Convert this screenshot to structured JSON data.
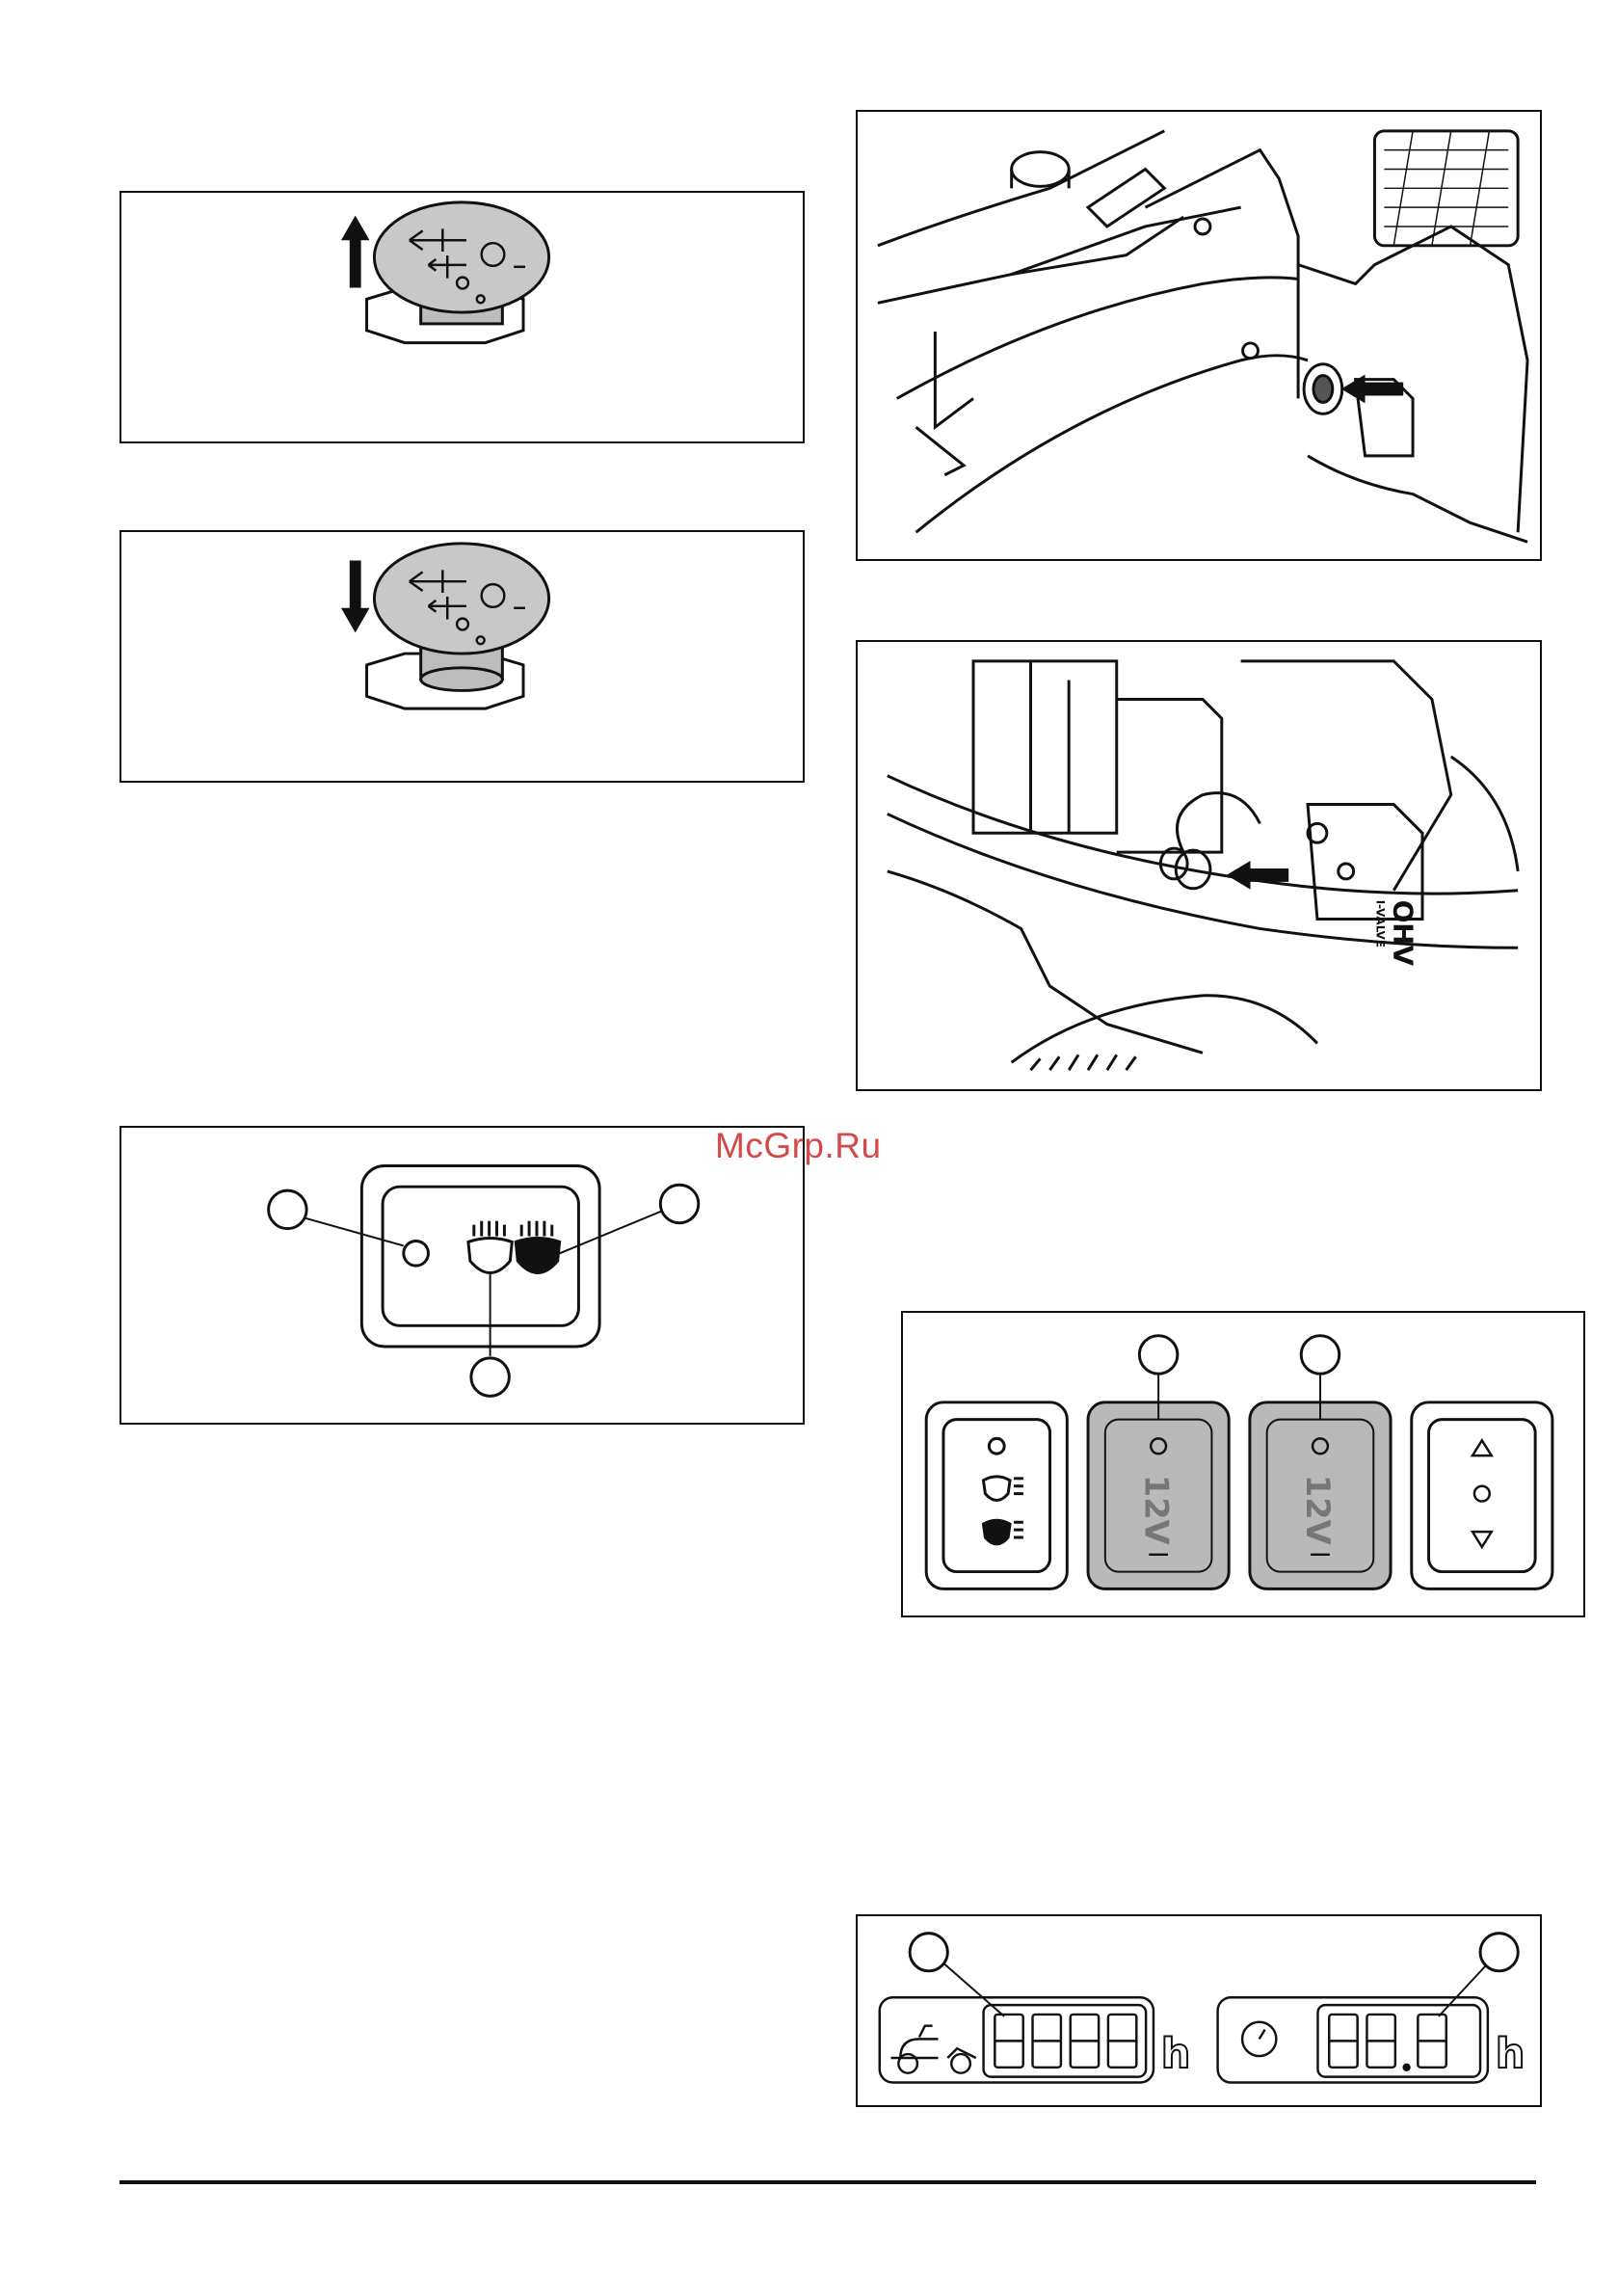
{
  "watermark": {
    "text": "McGrp.Ru"
  },
  "figures": [
    {
      "id": "pto-knob-pull-up",
      "direction": "up"
    },
    {
      "id": "pto-knob-push-down",
      "direction": "down"
    },
    {
      "id": "headlight-switch",
      "callouts": 3
    },
    {
      "id": "fuel-valve-photo"
    },
    {
      "id": "battery-connector-photo",
      "engine_badge": "OHV",
      "engine_badge_sub": "I-VALVE"
    },
    {
      "id": "dashboard-switches",
      "socket_label": "12V",
      "callouts": 2
    },
    {
      "id": "hour-meter",
      "unit": "h",
      "callouts": 2
    }
  ],
  "labels": {
    "socket_1": "12V",
    "socket_2": "12V",
    "ohv": "OHV",
    "ivalve": "I-VALVE",
    "hour_unit_1": "h",
    "hour_unit_2": "h"
  },
  "colors": {
    "line": "#111111",
    "socket_fill": "#b9b9b9",
    "knob_fill": "#c8c8c8",
    "watermark": "#d44a4a"
  }
}
